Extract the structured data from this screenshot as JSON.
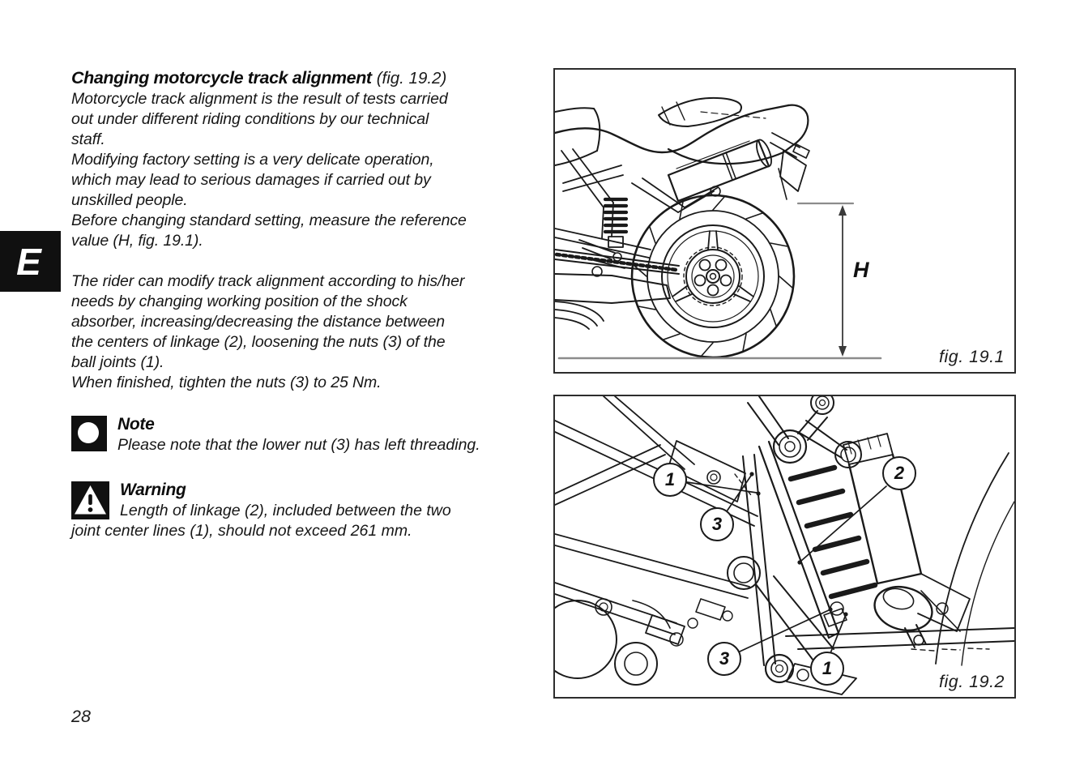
{
  "page": {
    "number": "28",
    "section_tab": "E"
  },
  "article": {
    "title": "Changing motorcycle track alignment",
    "title_figref": "(fig. 19.2)",
    "paragraphs": [
      "Motorcycle track alignment is the result of tests carried\nout under different riding conditions by our technical\nstaff.\nModifying factory setting is a very delicate operation,\nwhich may lead to serious damages if carried out by\nunskilled people.\nBefore changing standard setting, measure the reference\nvalue (H, fig. 19.1).",
      "The rider can modify track alignment according to his/her\nneeds by changing working position of the shock\nabsorber, increasing/decreasing the distance between\nthe centers of linkage (2), loosening the nuts (3) of the\nball joints (1).\nWhen finished, tighten the nuts (3) to 25 Nm."
    ],
    "note": {
      "heading": "Note",
      "body": "Please note that the lower nut (3) has left threading."
    },
    "warning": {
      "heading": "Warning",
      "body": "Length of linkage (2), included between the two\njoint center lines (1), should not exceed 261 mm."
    }
  },
  "figures": {
    "fig1": {
      "caption": "fig. 19.1",
      "dimension_label": "H"
    },
    "fig2": {
      "caption": "fig. 19.2",
      "callouts": [
        "1",
        "3",
        "2",
        "3",
        "1"
      ]
    }
  },
  "colors": {
    "ink": "#1a1a1a",
    "tab_background": "#101010",
    "dimension_line": "#8c8c8c",
    "paper": "#ffffff"
  }
}
